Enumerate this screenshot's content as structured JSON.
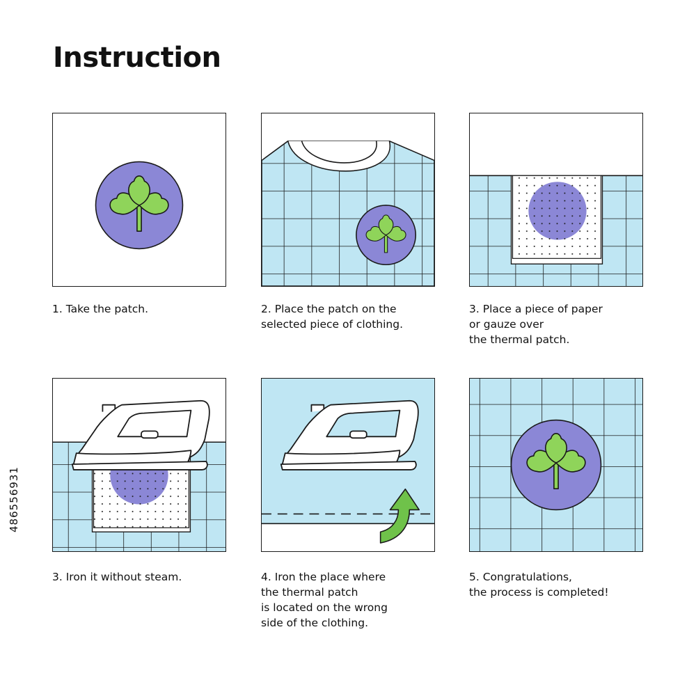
{
  "title": "Instruction",
  "steps": [
    {
      "caption": "1. Take the patch."
    },
    {
      "caption": "2. Place the patch on the\n     selected piece of clothing."
    },
    {
      "caption": "3.  Place a piece of paper\n      or gauze over\n      the thermal patch."
    },
    {
      "caption": "3.  Iron it without steam."
    },
    {
      "caption": "4.  Iron the place where\n      the thermal patch\n      is located on the wrong\n      side of the clothing."
    },
    {
      "caption": "5.  Congratulations,\n      the process is completed!"
    }
  ],
  "stock_id": "486556931",
  "colors": {
    "patch": "#8b87d6",
    "clover": "#8fd45a",
    "fabric": "#bfe6f3",
    "outline": "#1a1a1a",
    "arrow": "#6fc24a"
  },
  "icons": [
    "clover-icon",
    "tshirt-icon",
    "iron-icon",
    "curved-arrow-icon"
  ]
}
